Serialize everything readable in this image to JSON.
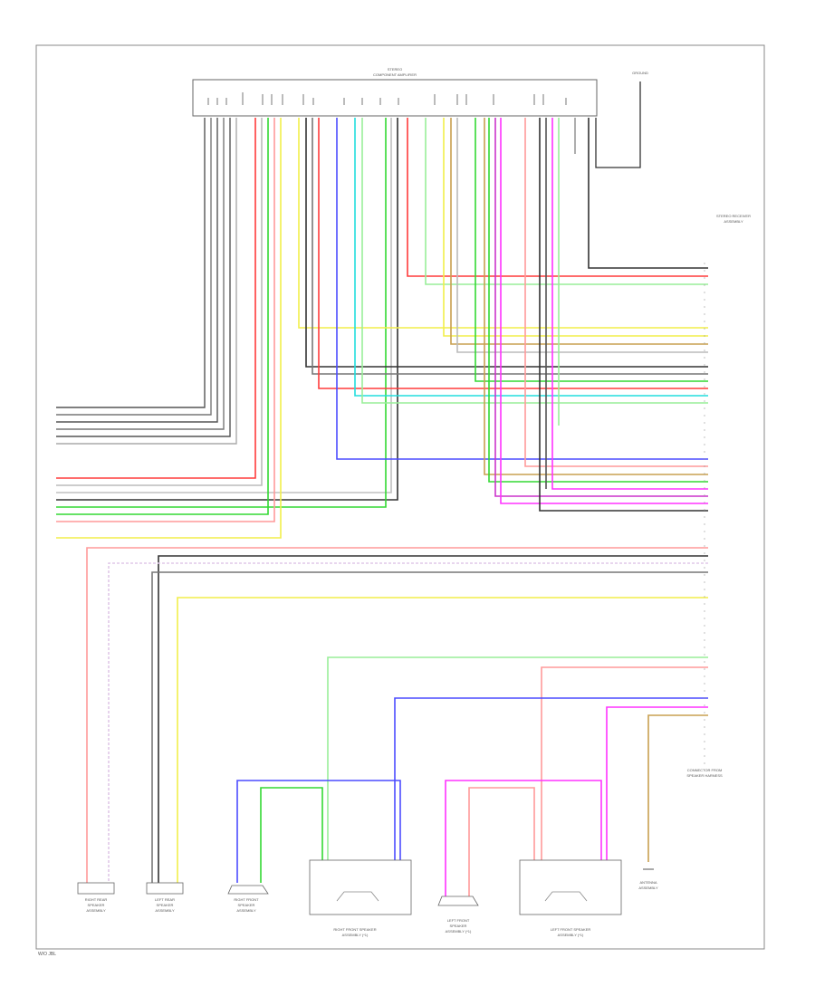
{
  "diagram": {
    "labels": {
      "amplifier": [
        "STEREO",
        "COMPONENT AMPLIFIER"
      ],
      "ground": [
        "GROUND"
      ],
      "stereo_unit": [
        "STEREO RECEIVER",
        "ASSEMBLY"
      ],
      "right_rear_speaker": [
        "RIGHT REAR",
        "SPEAKER",
        "ASSEMBLY"
      ],
      "left_rear_speaker": [
        "LEFT REAR",
        "SPEAKER",
        "ASSEMBLY"
      ],
      "right_front_speaker": [
        "RIGHT FRONT",
        "SPEAKER",
        "ASSEMBLY"
      ],
      "right_front_tweeter": [
        "RIGHT FRONT SPEAKER",
        "ASSEMBLY (*1)"
      ],
      "left_front_speaker": [
        "LEFT FRONT",
        "SPEAKER",
        "ASSEMBLY (*1)"
      ],
      "left_front_tweeter": [
        "LEFT FRONT SPEAKER",
        "ASSEMBLY (*1)"
      ],
      "connector_harness": [
        "CONNECTOR FROM",
        "SPEAKER HARNESS"
      ],
      "antenna": [
        "ANTENNA",
        "ASSEMBLY"
      ],
      "footer": [
        "W/O JBL"
      ]
    },
    "colors": {
      "red": "#ff3b3b",
      "light_red": "#ff9a9a",
      "green": "#33d933",
      "light_green": "#99ee99",
      "yellow": "#f2ee4a",
      "blue": "#4c4cff",
      "cyan": "#22dddd",
      "magenta": "#ff33ff",
      "violet": "#cc33cc",
      "black": "#333333",
      "gray": "#9a9a9a",
      "white_wire": "#d8d8d8",
      "tan": "#c8a050"
    }
  }
}
